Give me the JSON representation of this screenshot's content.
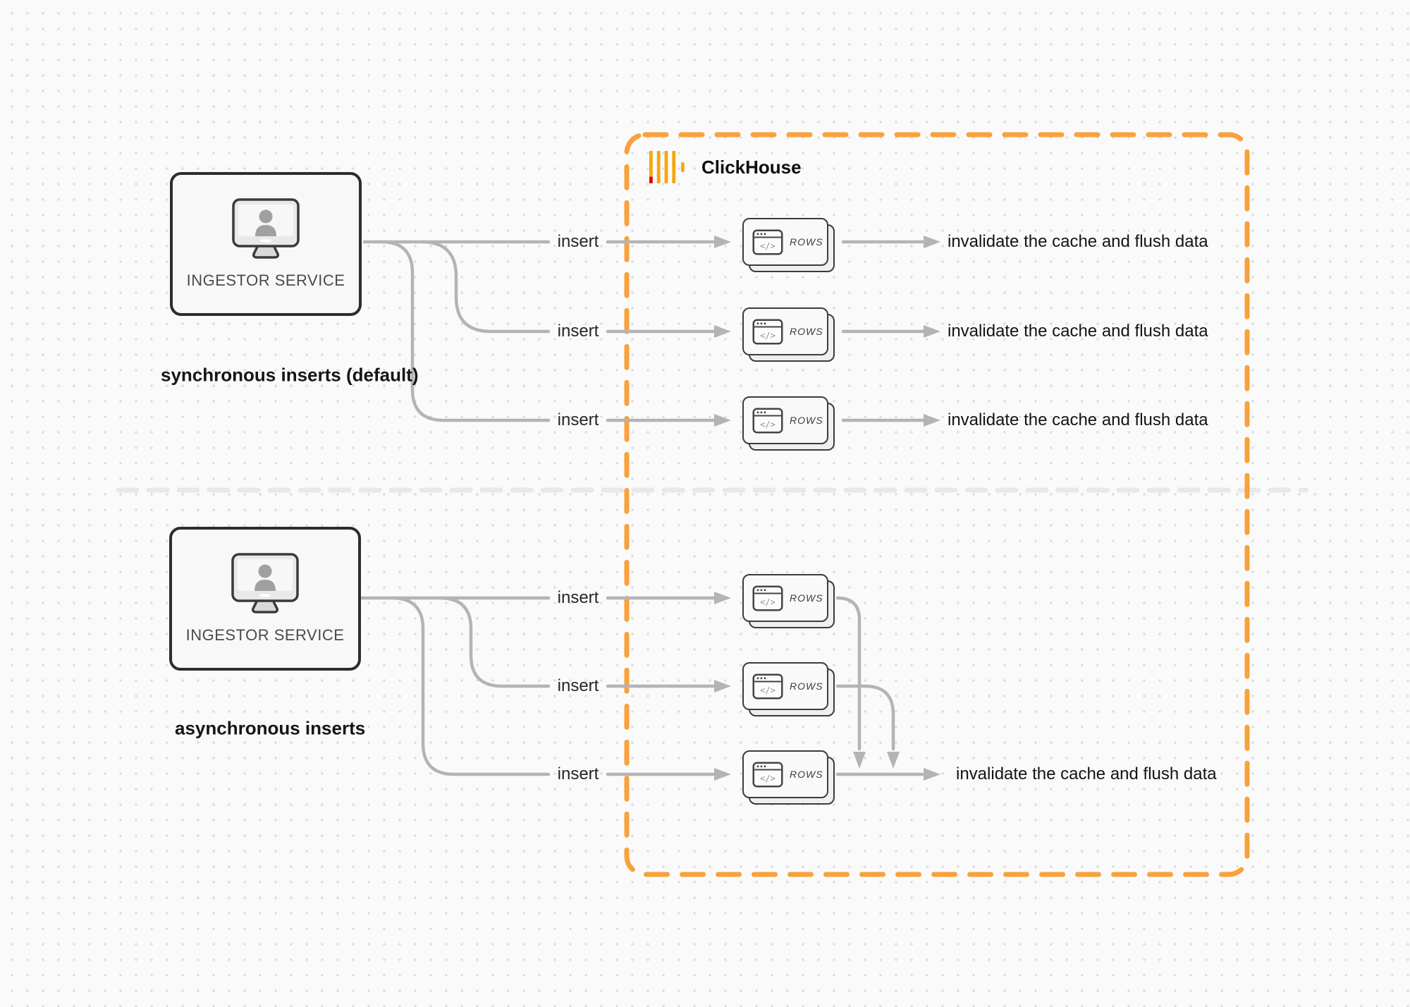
{
  "diagram": {
    "clickhouse_label": "ClickHouse",
    "sync": {
      "caption": "synchronous inserts (default)",
      "service": "INGESTOR SERVICE",
      "rows": [
        {
          "insert": "insert",
          "card": "ROWS",
          "result": "invalidate the cache and flush data"
        },
        {
          "insert": "insert",
          "card": "ROWS",
          "result": "invalidate the cache and flush data"
        },
        {
          "insert": "insert",
          "card": "ROWS",
          "result": "invalidate the cache and flush data"
        }
      ]
    },
    "async": {
      "caption": "asynchronous inserts",
      "service": "INGESTOR SERVICE",
      "rows": [
        {
          "insert": "insert",
          "card": "ROWS"
        },
        {
          "insert": "insert",
          "card": "ROWS"
        },
        {
          "insert": "insert",
          "card": "ROWS"
        }
      ],
      "result": "invalidate the cache and flush data"
    },
    "colors": {
      "boundary_orange": "#F9A13C",
      "logo_bar_orange": "#F6A70E",
      "logo_red": "#E8000F",
      "connector_gray": "#B4B4B4",
      "divider_gray": "#E8E8E8"
    }
  }
}
